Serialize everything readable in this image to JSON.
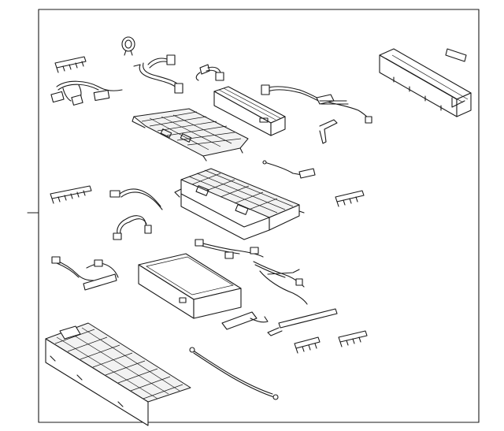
{
  "diagram": {
    "frame_color": "#1a1a1a",
    "background": "#ffffff",
    "parts": [
      "connector-strip-top-left",
      "wire-harness-top-left",
      "grommet-clip",
      "wire-harness-top-center",
      "small-connector-harness",
      "battery-tray-cover",
      "battery-module-top",
      "sensor-wire-harness",
      "j-bracket",
      "battery-cover-box",
      "label-tag",
      "connector-strip-mid-left",
      "wire-lead-mid-left",
      "wire-loop-mid-left",
      "battery-stack",
      "temperature-sensor-wire",
      "connector-strip-mid-right",
      "wire-harness-lower-left",
      "battery-case-lower",
      "wire-harness-lower-center",
      "duct-bracket",
      "long-bracket-rod",
      "connector-strip-bottom-center",
      "connector-strip-bottom-right",
      "battery-tray-bottom",
      "ground-cable"
    ]
  }
}
